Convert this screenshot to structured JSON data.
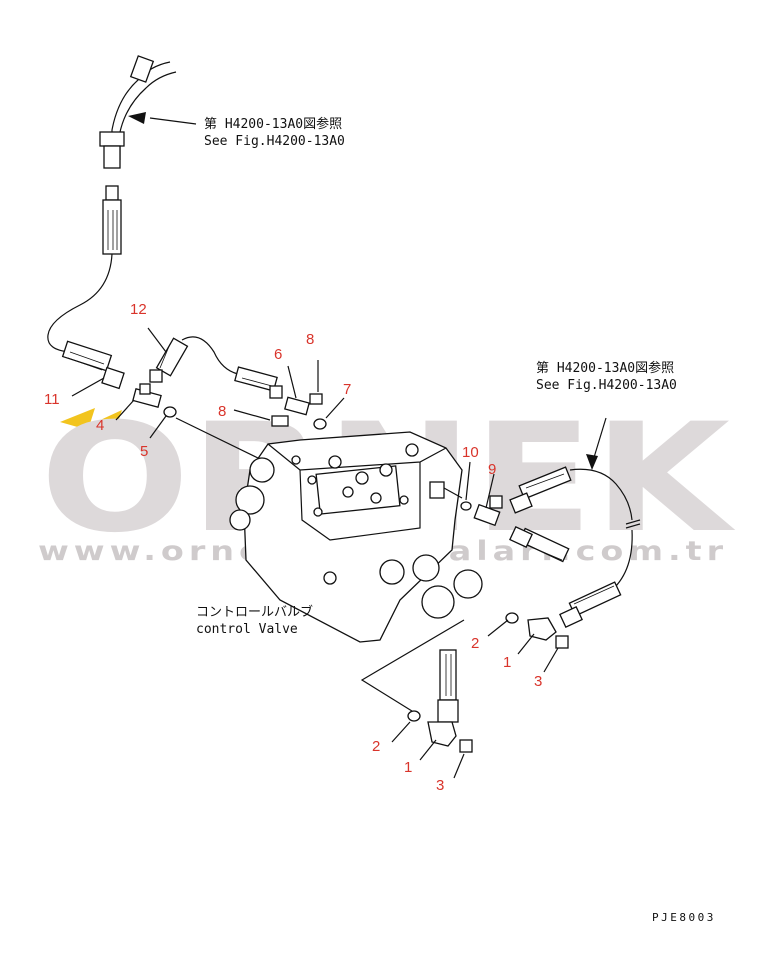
{
  "watermark": {
    "brand": "ORNEK",
    "url": "www.orneksimnidalari.com.tr",
    "accent_color": "#f2c41e",
    "text_color": "#ddd9da"
  },
  "references": [
    {
      "jp": "第 H4200-13A0図参照",
      "en": "See Fig.H4200-13A0"
    },
    {
      "jp": "第 H4200-13A0図参照",
      "en": "See Fig.H4200-13A0"
    }
  ],
  "component_label": {
    "jp": "コントロールバルブ",
    "en": "control Valve"
  },
  "callouts": [
    "12",
    "8",
    "6",
    "7",
    "11",
    "4",
    "8",
    "5",
    "10",
    "9",
    "2",
    "1",
    "3",
    "2",
    "1",
    "3"
  ],
  "drawing_code": "PJE8003",
  "colors": {
    "callout": "#d9342b",
    "line": "#111111"
  }
}
